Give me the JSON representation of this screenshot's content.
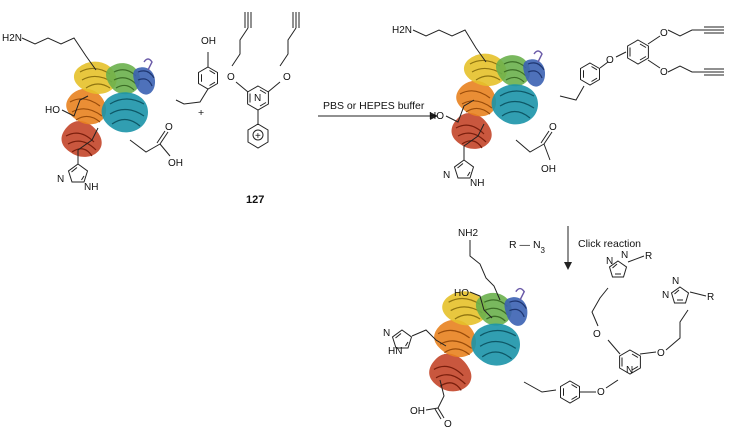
{
  "reaction": {
    "step1_conditions": "PBS or HEPES buffer",
    "step2_reagent_prefix": "R",
    "step2_reagent_suffix": "N",
    "step2_reagent_subscript": "3",
    "step2_conditions": "Click reaction",
    "plus_sign": "+",
    "compound_number": "127"
  },
  "labels": {
    "oh_tyrosine": "OH",
    "h2n": "H2N",
    "nh2": "NH2",
    "ho": "HO",
    "nh": "NH",
    "n": "N",
    "o": "O",
    "oh": "OH",
    "r": "R",
    "pyridinium_charge": "+"
  },
  "protein_colors": {
    "red": "#c0391c",
    "orange": "#e8821f",
    "yellow": "#e6c12a",
    "green": "#6ab04c",
    "teal": "#1b93a8",
    "blue": "#3b62b3",
    "purple": "#6a5aa8"
  }
}
